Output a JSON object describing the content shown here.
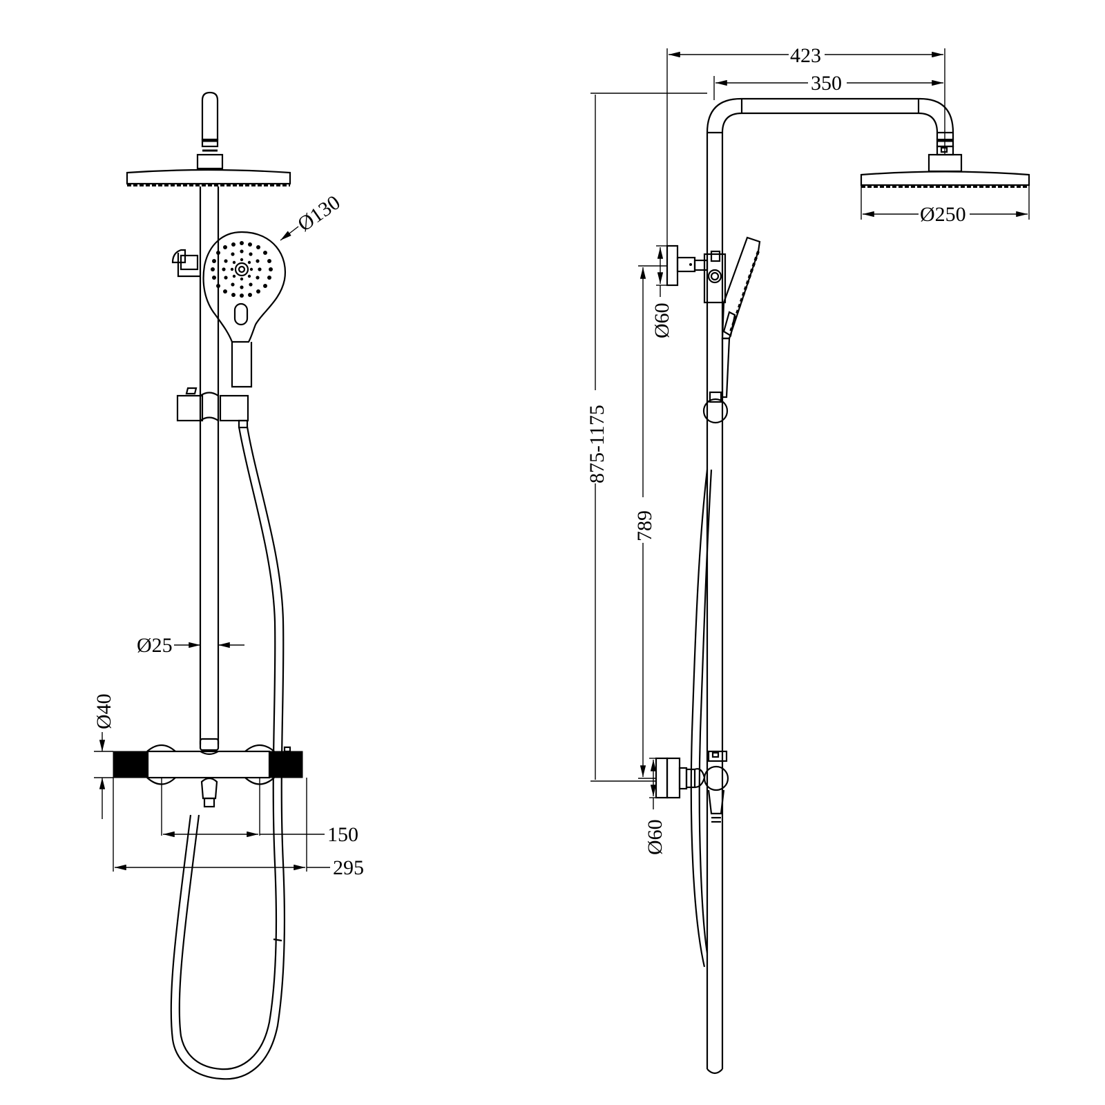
{
  "drawing": {
    "title": "Shower system dimension drawing",
    "units": "mm",
    "stroke_color": "#000000",
    "background_color": "#ffffff",
    "views": [
      {
        "name": "front-view",
        "dimensions": {
          "handshower_diameter": "Ø130",
          "rail_diameter": "Ø25",
          "mixer_diameter": "Ø40",
          "valve_centers": "150",
          "mixer_width": "295"
        }
      },
      {
        "name": "side-view",
        "dimensions": {
          "overall_projection": "423",
          "arm_reach": "350",
          "overhead_diameter": "Ø250",
          "top_bracket_diameter": "Ø60",
          "bottom_bracket_diameter": "Ø60",
          "height_range": "875-1175",
          "bracket_spacing": "789"
        }
      }
    ]
  }
}
